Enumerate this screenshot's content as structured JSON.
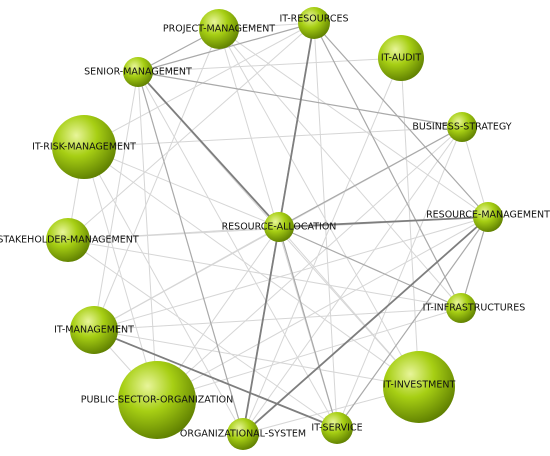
{
  "graph": {
    "nodes": [
      {
        "id": "project-management",
        "label": "PROJECT-MANAGEMENT",
        "size": "medium"
      },
      {
        "id": "it-resources",
        "label": "IT-RESOURCES",
        "size": "small"
      },
      {
        "id": "it-audit",
        "label": "IT-AUDIT",
        "size": "medium"
      },
      {
        "id": "senior-management",
        "label": "SENIOR-MANAGEMENT",
        "size": "small"
      },
      {
        "id": "business-strategy",
        "label": "BUSINESS-STRATEGY",
        "size": "small"
      },
      {
        "id": "it-risk-management",
        "label": "IT-RISK-MANAGEMENT",
        "size": "large"
      },
      {
        "id": "resource-allocation",
        "label": "RESOURCE-ALLOCATION",
        "size": "small"
      },
      {
        "id": "resource-management",
        "label": "RESOURCE-MANAGEMENT",
        "size": "small"
      },
      {
        "id": "stakeholder-management",
        "label": "STAKEHOLDER-MANAGEMENT",
        "size": "medium"
      },
      {
        "id": "it-infrastructures",
        "label": "IT-INFRASTRUCTURES",
        "size": "small"
      },
      {
        "id": "it-management",
        "label": "IT-MANAGEMENT",
        "size": "medium"
      },
      {
        "id": "it-investment",
        "label": "IT-INVESTMENT",
        "size": "xlarge"
      },
      {
        "id": "public-sector-organization",
        "label": "PUBLIC-SECTOR-ORGANIZATION",
        "size": "xlarge"
      },
      {
        "id": "organizational-system",
        "label": "ORGANIZATIONAL-SYSTEM",
        "size": "small"
      },
      {
        "id": "it-service",
        "label": "IT-SERVICE",
        "size": "small"
      }
    ],
    "edges": [
      {
        "source": "senior-management",
        "target": "resource-allocation",
        "strength": "strong"
      },
      {
        "source": "it-resources",
        "target": "resource-allocation",
        "strength": "strong"
      },
      {
        "source": "resource-allocation",
        "target": "resource-management",
        "strength": "strong"
      },
      {
        "source": "resource-allocation",
        "target": "organizational-system",
        "strength": "strong"
      },
      {
        "source": "resource-management",
        "target": "organizational-system",
        "strength": "strong"
      },
      {
        "source": "it-management",
        "target": "it-service",
        "strength": "strong"
      },
      {
        "source": "senior-management",
        "target": "business-strategy",
        "strength": "mid"
      },
      {
        "source": "it-resources",
        "target": "resource-management",
        "strength": "mid"
      },
      {
        "source": "it-resources",
        "target": "senior-management",
        "strength": "mid"
      },
      {
        "source": "project-management",
        "target": "senior-management",
        "strength": "mid"
      },
      {
        "source": "business-strategy",
        "target": "resource-allocation",
        "strength": "mid"
      },
      {
        "source": "resource-allocation",
        "target": "it-infrastructures",
        "strength": "mid"
      },
      {
        "source": "resource-allocation",
        "target": "it-service",
        "strength": "mid"
      },
      {
        "source": "resource-management",
        "target": "it-infrastructures",
        "strength": "mid"
      },
      {
        "source": "resource-management",
        "target": "it-service",
        "strength": "mid"
      },
      {
        "source": "it-resources",
        "target": "it-infrastructures",
        "strength": "mid"
      },
      {
        "source": "senior-management",
        "target": "organizational-system",
        "strength": "mid"
      },
      {
        "source": "it-resources",
        "target": "organizational-system",
        "strength": "mid"
      },
      {
        "source": "resource-allocation",
        "target": "it-management",
        "strength": "light"
      },
      {
        "source": "it-risk-management",
        "target": "it-resources",
        "strength": "light"
      },
      {
        "source": "it-risk-management",
        "target": "resource-allocation",
        "strength": "light"
      },
      {
        "source": "it-risk-management",
        "target": "public-sector-organization",
        "strength": "light"
      },
      {
        "source": "it-risk-management",
        "target": "it-investment",
        "strength": "light"
      },
      {
        "source": "it-risk-management",
        "target": "organizational-system",
        "strength": "light"
      },
      {
        "source": "it-risk-management",
        "target": "business-strategy",
        "strength": "light"
      },
      {
        "source": "stakeholder-management",
        "target": "resource-allocation",
        "strength": "light"
      },
      {
        "source": "stakeholder-management",
        "target": "it-service",
        "strength": "light"
      },
      {
        "source": "stakeholder-management",
        "target": "it-resources",
        "strength": "light"
      },
      {
        "source": "stakeholder-management",
        "target": "resource-management",
        "strength": "light"
      },
      {
        "source": "it-management",
        "target": "resource-management",
        "strength": "light"
      },
      {
        "source": "it-management",
        "target": "it-investment",
        "strength": "light"
      },
      {
        "source": "it-management",
        "target": "project-management",
        "strength": "light"
      },
      {
        "source": "public-sector-organization",
        "target": "resource-allocation",
        "strength": "light"
      },
      {
        "source": "public-sector-organization",
        "target": "business-strategy",
        "strength": "light"
      },
      {
        "source": "public-sector-organization",
        "target": "resource-management",
        "strength": "light"
      },
      {
        "source": "it-investment",
        "target": "resource-allocation",
        "strength": "light"
      },
      {
        "source": "it-investment",
        "target": "senior-management",
        "strength": "light"
      },
      {
        "source": "it-investment",
        "target": "project-management",
        "strength": "light"
      },
      {
        "source": "it-audit",
        "target": "it-investment",
        "strength": "light"
      },
      {
        "source": "it-audit",
        "target": "organizational-system",
        "strength": "light"
      },
      {
        "source": "it-audit",
        "target": "senior-management",
        "strength": "light"
      },
      {
        "source": "project-management",
        "target": "it-infrastructures",
        "strength": "light"
      },
      {
        "source": "project-management",
        "target": "it-service",
        "strength": "light"
      },
      {
        "source": "project-management",
        "target": "resource-management",
        "strength": "light"
      },
      {
        "source": "project-management",
        "target": "it-resources",
        "strength": "light"
      },
      {
        "source": "business-strategy",
        "target": "it-service",
        "strength": "light"
      },
      {
        "source": "business-strategy",
        "target": "it-management",
        "strength": "light"
      },
      {
        "source": "business-strategy",
        "target": "resource-management",
        "strength": "light"
      },
      {
        "source": "it-infrastructures",
        "target": "it-management",
        "strength": "light"
      },
      {
        "source": "it-infrastructures",
        "target": "public-sector-organization",
        "strength": "light"
      },
      {
        "source": "it-infrastructures",
        "target": "stakeholder-management",
        "strength": "light"
      },
      {
        "source": "it-service",
        "target": "senior-management",
        "strength": "light"
      },
      {
        "source": "it-service",
        "target": "it-resources",
        "strength": "light"
      },
      {
        "source": "organizational-system",
        "target": "it-investment",
        "strength": "light"
      },
      {
        "source": "organizational-system",
        "target": "business-strategy",
        "strength": "light"
      },
      {
        "source": "stakeholder-management",
        "target": "it-risk-management",
        "strength": "light"
      },
      {
        "source": "it-management",
        "target": "public-sector-organization",
        "strength": "light"
      },
      {
        "source": "senior-management",
        "target": "it-management",
        "strength": "light"
      },
      {
        "source": "senior-management",
        "target": "public-sector-organization",
        "strength": "light"
      }
    ]
  },
  "colors": {
    "node_highlight": "#e8f59a",
    "node_fill": "#a7cf14",
    "node_shadow": "#5d7d00",
    "label": "#111111"
  }
}
